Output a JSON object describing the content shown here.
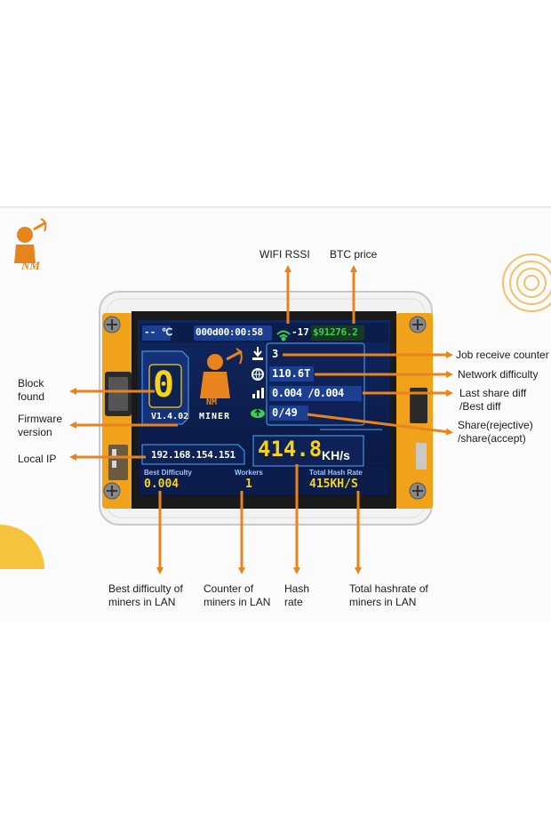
{
  "brand": {
    "logo_text": "NM"
  },
  "callouts": {
    "wifi_rssi": "WIFI RSSI",
    "btc_price": "BTC price",
    "job_receive_counter": "Job receive counter",
    "network_difficulty": "Network difficulty",
    "last_share_diff_line1": "Last share diff",
    "last_share_diff_line2": "/Best diff",
    "share_line1": "Share(rejective)",
    "share_line2": "/share(accept)",
    "block_found_line1": "Block",
    "block_found_line2": "found",
    "firmware_line1": "Firmware",
    "firmware_line2": "version",
    "local_ip": "Local IP",
    "best_difficulty_lan_line1": "Best difficulty of",
    "best_difficulty_lan_line2": "miners in LAN",
    "counter_miners_line1": "Counter of",
    "counter_miners_line2": "miners in LAN",
    "hash_rate_line1": "Hash",
    "hash_rate_line2": "rate",
    "total_hashrate_line1": "Total hashrate of",
    "total_hashrate_line2": "miners in LAN"
  },
  "screen": {
    "temperature": "-- ℃",
    "uptime": "000d00:00:58",
    "rssi": "-17",
    "btc_price": "$91276.2",
    "job_counter": "3",
    "network_difficulty": "110.6T",
    "share_diff": "0.004 /0.004",
    "shares": "0/49",
    "block_found": "0",
    "firmware": "V1.4.02",
    "miner_logo": "NM",
    "miner_label": "MINER",
    "local_ip": "192.168.154.151",
    "hashrate": "414.8",
    "hashrate_unit": "KH/s",
    "best_difficulty_label": "Best Difficulty",
    "best_difficulty": "0.004",
    "workers_label": "Workers",
    "workers": "1",
    "total_hash_rate_label": "Total Hash Rate",
    "total_hash_rate": "415KH/S"
  },
  "colors": {
    "orange": "#e8841e",
    "yellow": "#f6d21a",
    "lcd_bg": "#0b1c48",
    "lcd_panel": "#1d3f8f",
    "green": "#3bd14a"
  }
}
